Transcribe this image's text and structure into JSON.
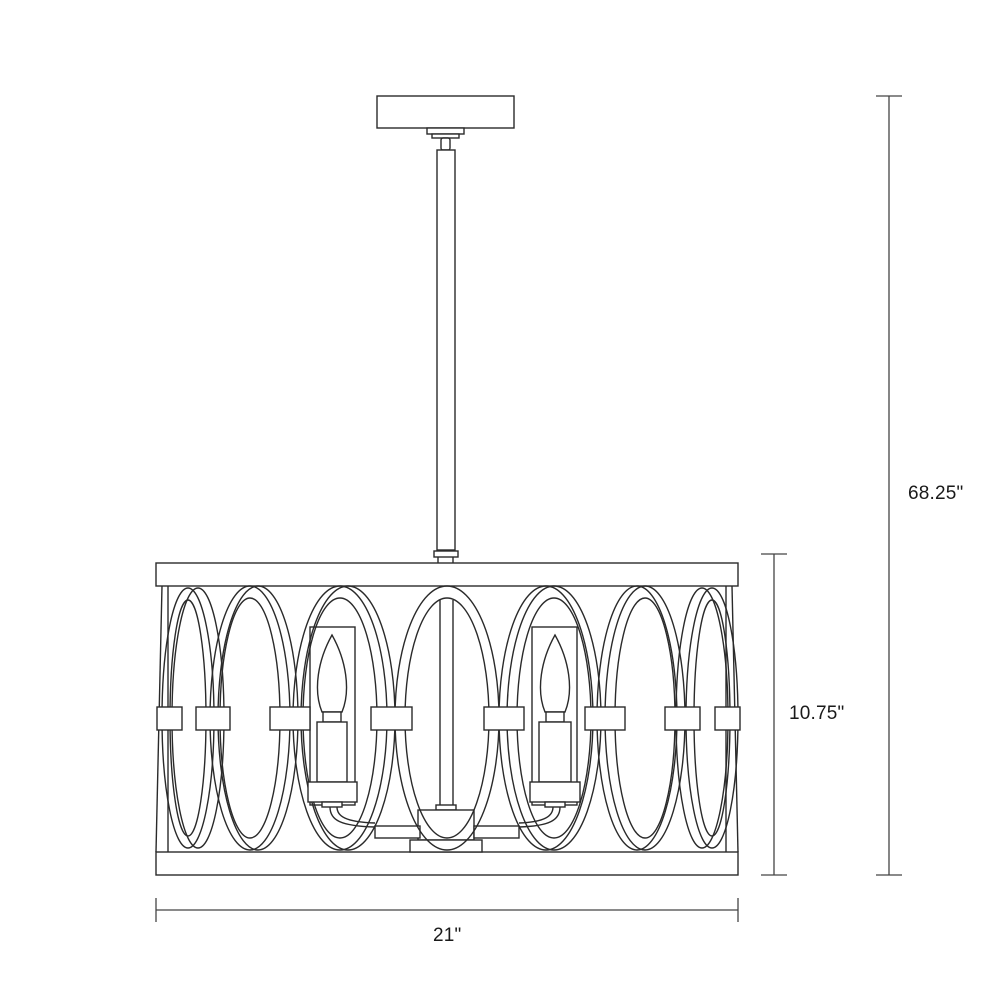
{
  "diagram": {
    "subject": "drum pendant chandelier with oval ring cage",
    "dimensions": {
      "overall_height": "68.25\"",
      "shade_height": "10.75\"",
      "width": "21\""
    },
    "parts": [
      "canopy",
      "downrod",
      "drum-frame",
      "oval-rings",
      "candle-sockets",
      "ring-clips"
    ],
    "line_color": "#2a2a2a",
    "background": "#ffffff"
  }
}
